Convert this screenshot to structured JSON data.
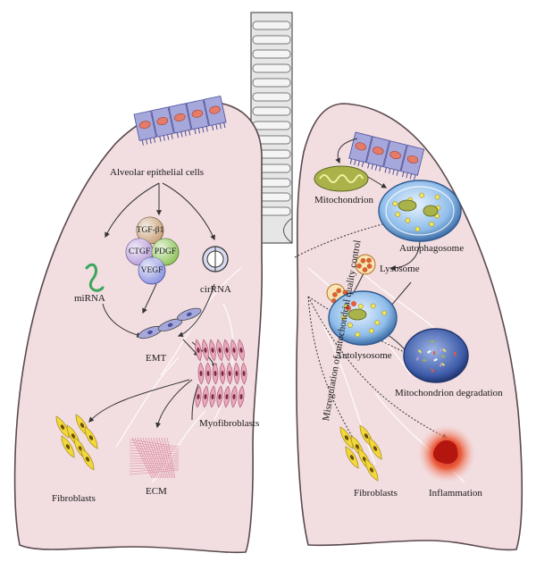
{
  "labels": {
    "alveolar": "Alveolar epithelial cells",
    "mirna": "miRNA",
    "cirrna": "cirRNA",
    "emt": "EMT",
    "myofibroblasts": "Myofibroblasts",
    "fibroblasts_left": "Fibroblasts",
    "ecm": "ECM",
    "mitochondrion": "Mitochondrion",
    "autophagosome": "Autophagosome",
    "lysosome": "Lysosome",
    "autolysosome": "Autolysosome",
    "mito_degradation": "Mitochondrion degradation",
    "fibroblasts_right": "Fibroblasts",
    "inflammation": "Inflammation",
    "vertical": "Misregulation of mitochondrial quality control"
  },
  "factors": {
    "tgf": "TGF-β1",
    "ctgf": "CTGF",
    "pdgf": "PDGF",
    "vegf": "VEGF"
  },
  "colors": {
    "lung_fill": "#f2dde0",
    "lung_stroke": "#5a4a4e",
    "trachea": "#e4e4e4",
    "epithelial": "#a6a8dc",
    "tgf": "#c9a27a",
    "ctgf": "#b79bd9",
    "pdgf": "#8ec45a",
    "vegf": "#8b93e0",
    "mito": "#b9c25a",
    "vesicle": "#7db3e8",
    "fibroblast": "#f2d83a",
    "myofibroblast": "#e8a7bc",
    "inflammation": "#e0432a"
  },
  "icons": [
    "epithelial-cell-icon",
    "mitochondrion-icon",
    "vesicle-icon",
    "fibroblast-icon",
    "myofibroblast-icon",
    "ecm-mesh-icon",
    "inflammation-icon"
  ]
}
